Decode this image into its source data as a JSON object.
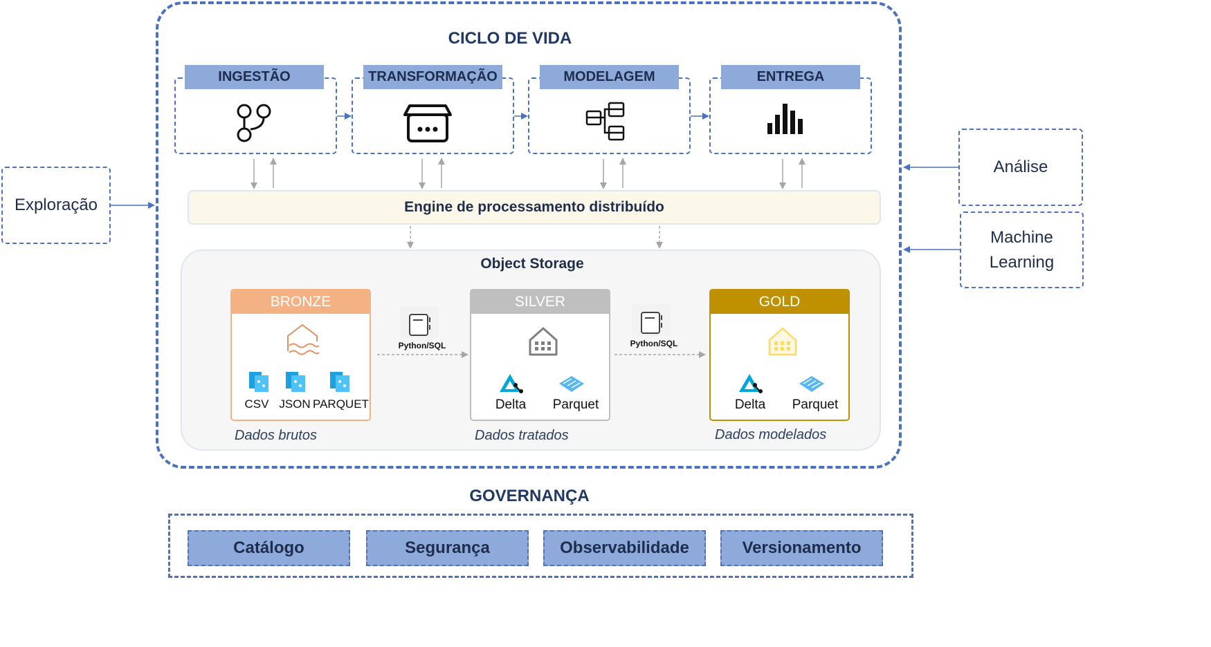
{
  "lifecycle": {
    "title": "CICLO DE VIDA",
    "stages": [
      {
        "label": "INGESTÃO",
        "icon": "git-branch-icon"
      },
      {
        "label": "TRANSFORMAÇÃO",
        "icon": "store-icon"
      },
      {
        "label": "MODELAGEM",
        "icon": "data-model-icon"
      },
      {
        "label": "ENTREGA",
        "icon": "bar-chart-icon"
      }
    ],
    "engine": "Engine de processamento distribuído"
  },
  "side": {
    "left": "Exploração",
    "right_top": "Análise",
    "right_bottom_line1": "Machine",
    "right_bottom_line2": "Learning"
  },
  "storage": {
    "title": "Object Storage",
    "transform_label": "Python/SQL",
    "bronze": {
      "label": "BRONZE",
      "color": "#f4b183",
      "formats": [
        "CSV",
        "JSON",
        "PARQUET"
      ],
      "caption": "Dados brutos"
    },
    "silver": {
      "label": "SILVER",
      "color": "#bfbfbf",
      "formats": [
        "Delta",
        "Parquet"
      ],
      "caption": "Dados tratados"
    },
    "gold": {
      "label": "GOLD",
      "color": "#bf9000",
      "formats": [
        "Delta",
        "Parquet"
      ],
      "caption": "Dados modelados"
    }
  },
  "governance": {
    "title": "GOVERNANÇA",
    "items": [
      "Catálogo",
      "Segurança",
      "Observabilidade",
      "Versionamento"
    ]
  },
  "colors": {
    "accent": "#4a72c0",
    "stage_fill": "#8eaadb",
    "engine_fill": "#fbf8ea"
  }
}
